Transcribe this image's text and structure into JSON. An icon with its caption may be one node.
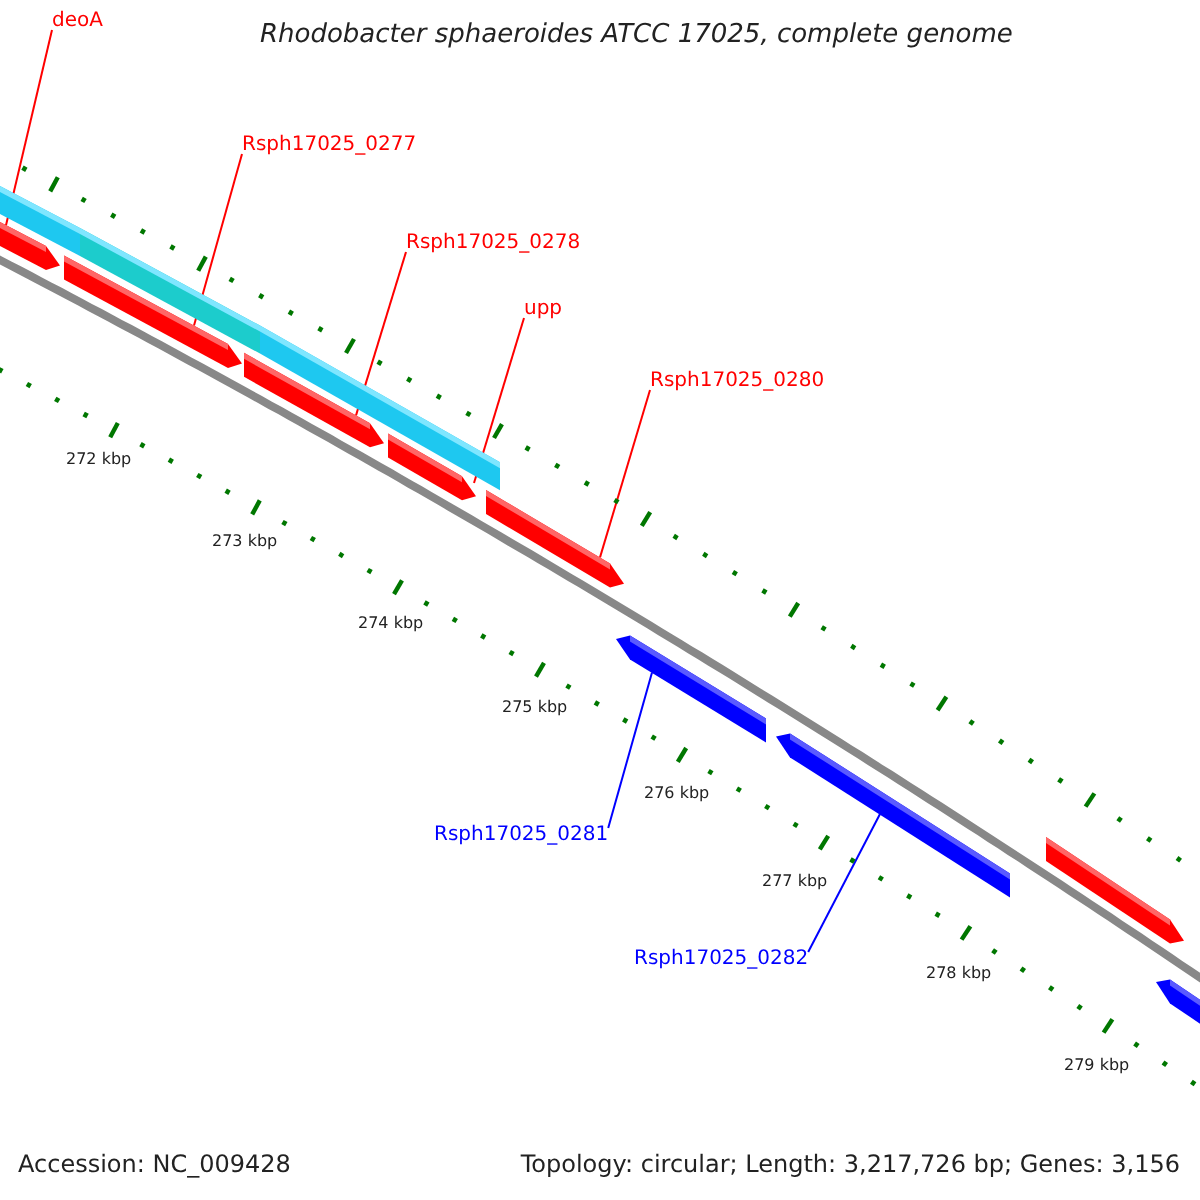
{
  "diagram": {
    "title": "Rhodobacter sphaeroides ATCC 17025, complete genome",
    "nodes": [
      {
        "text": [
          "deoA"
        ]
      },
      {
        "text": [
          "Rsph17025_0277"
        ]
      },
      {
        "text": [
          "Rsph17025_0278"
        ]
      },
      {
        "text": [
          "upp"
        ]
      },
      {
        "text": [
          "Rsph17025_0280"
        ]
      },
      {
        "text": [
          "Rsph17025_0281"
        ]
      },
      {
        "text": [
          "Rsph17025_0282"
        ]
      },
      {
        "text": [],
        "shape": "bar"
      },
      {
        "text": [],
        "shape": "bar"
      },
      {
        "text": [],
        "shape": "bar"
      },
      {
        "text": [],
        "shape": "bar"
      },
      {
        "text": [],
        "shape": "bar"
      },
      {
        "text": [],
        "shape": "bar"
      },
      {
        "text": [],
        "shape": "bar"
      },
      {
        "text": [],
        "shape": "bar"
      },
      {
        "text": [],
        "shape": "bar"
      },
      {
        "text": [],
        "shape": "bar"
      },
      {
        "text": [],
        "shape": "bar"
      },
      {
        "text": [],
        "shape": "bar"
      }
    ],
    "edges": [
      {
        "from": 0,
        "to": 10,
        "arrow": "none"
      },
      {
        "from": 1,
        "to": 11,
        "arrow": "none"
      },
      {
        "from": 2,
        "to": 12,
        "arrow": "none"
      },
      {
        "from": 3,
        "to": 13,
        "arrow": "none"
      },
      {
        "from": 4,
        "to": 14,
        "arrow": "none"
      },
      {
        "from": 5,
        "to": 16,
        "arrow": "none",
        "color": "#0000ff"
      },
      {
        "from": 6,
        "to": 17,
        "arrow": "none",
        "color": "#0000ff"
      }
    ],
    "labels": [
      "272 kbp",
      "273 kbp",
      "274 kbp",
      "275 kbp",
      "276 kbp",
      "277 kbp",
      "278 kbp",
      "279 kbp",
      "Accession: NC_009428",
      "Topology: circular; Length: 3,217,726 bp; Genes: 3,156"
    ]
  }
}
